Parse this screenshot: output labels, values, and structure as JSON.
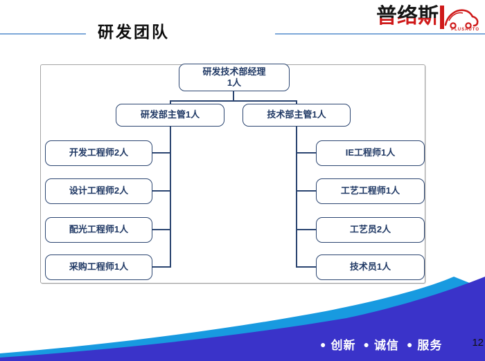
{
  "slide": {
    "title": "研发团队",
    "page_number": "12"
  },
  "logo": {
    "brand": "普络斯",
    "brand_sub": "PLUSAUTO"
  },
  "org_chart": {
    "root": {
      "title": "研发技术部经理",
      "count": "1人"
    },
    "branches": [
      {
        "label": "研发部主管1人"
      },
      {
        "label": "技术部主管1人"
      }
    ],
    "left_roles": [
      {
        "label": "开发工程师2人"
      },
      {
        "label": "设计工程师2人"
      },
      {
        "label": "配光工程师1人"
      },
      {
        "label": "采购工程师1人"
      }
    ],
    "right_roles": [
      {
        "label": "IE工程师1人"
      },
      {
        "label": "工艺工程师1人"
      },
      {
        "label": "工艺员2人"
      },
      {
        "label": "技术员1人"
      }
    ]
  },
  "footer": {
    "bullet": "●",
    "values": [
      {
        "label": "创新"
      },
      {
        "label": "诚信"
      },
      {
        "label": "服务"
      }
    ]
  },
  "colors": {
    "node_navy": "#1f3864",
    "wave_light_blue": "#189ae0",
    "wave_dark_blue": "#3a33c9",
    "brand_red": "#cf1a1a",
    "title_underline": "#7da7d9",
    "frame_gray": "#a3a3a3"
  }
}
